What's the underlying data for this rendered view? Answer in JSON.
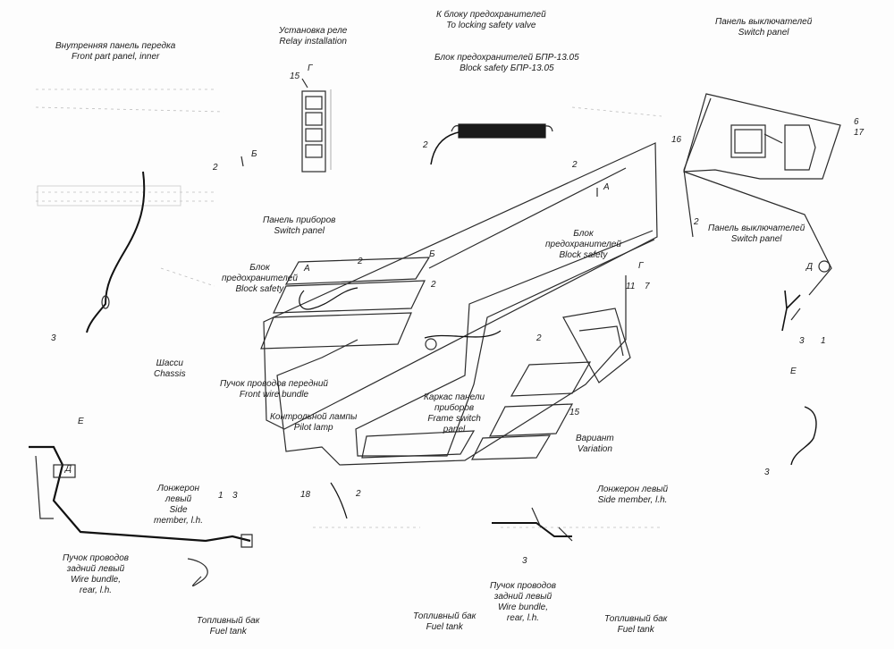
{
  "colors": {
    "line": "#2b2b2b",
    "wire": "#111111",
    "paper": "#fdfdfd",
    "ghost": "#b8b8b8"
  },
  "labels": {
    "front_panel_inner": [
      "Внутренняя панель передка",
      "Front part panel, inner"
    ],
    "relay_installation": [
      "Установка реле",
      "Relay installation"
    ],
    "to_fuse_block": [
      "К блоку предохранителей",
      "To locking safety valve"
    ],
    "fuse_block_bpr": [
      "Блок предохранителей БПР-13.05",
      "Block safety БПР-13.05"
    ],
    "switch_panel_top": [
      "Панель выключателей",
      "Switch panel"
    ],
    "instrument_panel": [
      "Панель приборов",
      "Switch panel"
    ],
    "fuse_block_left": [
      "Блок",
      "предохранителей",
      "Block safety"
    ],
    "fuse_block_center": [
      "Блок",
      "предохранителей",
      "Block safety"
    ],
    "switch_panel_right": [
      "Панель выключателей",
      "Switch panel"
    ],
    "chassis": [
      "Шасси",
      "Chassis"
    ],
    "front_wire_bundle": [
      "Пучок проводов передний",
      "Front wire bundle"
    ],
    "pilot_lamp": [
      "Контрольной лампы",
      "Pilot lamp"
    ],
    "panel_frame": [
      "Каркас панели",
      "приборов",
      "Frame switch",
      "panel"
    ],
    "variation": [
      "Вариант",
      "Variation"
    ],
    "side_member_left": [
      "Лонжерон",
      "левый",
      "Side",
      "member, l.h."
    ],
    "side_member_right": [
      "Лонжерон левый",
      "Side member, l.h."
    ],
    "rear_bundle_left": [
      "Пучок проводов",
      "задний левый",
      "Wire bundle,",
      "rear, l.h."
    ],
    "rear_bundle_right": [
      "Пучок проводов",
      "задний левый",
      "Wire bundle,",
      "rear, l.h."
    ],
    "fuel_tank_left": [
      "Топливный бак",
      "Fuel tank"
    ],
    "fuel_tank_center": [
      "Топливный бак",
      "Fuel tank"
    ],
    "fuel_tank_right": [
      "Топливный бак",
      "Fuel tank"
    ]
  },
  "callouts": {
    "c15_relay": "15",
    "g_relay": "Г",
    "b_small": "Б",
    "c2_a": "2",
    "c2_fuse": "2",
    "c16": "16",
    "c2_mid": "2",
    "a_arrow": "А",
    "c6": "6",
    "c17": "17",
    "c2_switch": "2",
    "d_circle": "Д",
    "a_left": "А",
    "c2_left": "2",
    "b_left": "Б",
    "c2_panel": "2",
    "g_panel": "Г",
    "c11": "11",
    "c7": "7",
    "c3_left": "3",
    "c2_center": "2",
    "c3_right": "3",
    "c1_right": "1",
    "e_right": "Е",
    "c15_panel": "15",
    "e_left": "Е",
    "d_left": "Д",
    "c1_bottom": "1",
    "c3_bottom": "3",
    "c18": "18",
    "c2_bottom": "2",
    "c3_far_right": "3",
    "c3_center_bottom": "3"
  }
}
